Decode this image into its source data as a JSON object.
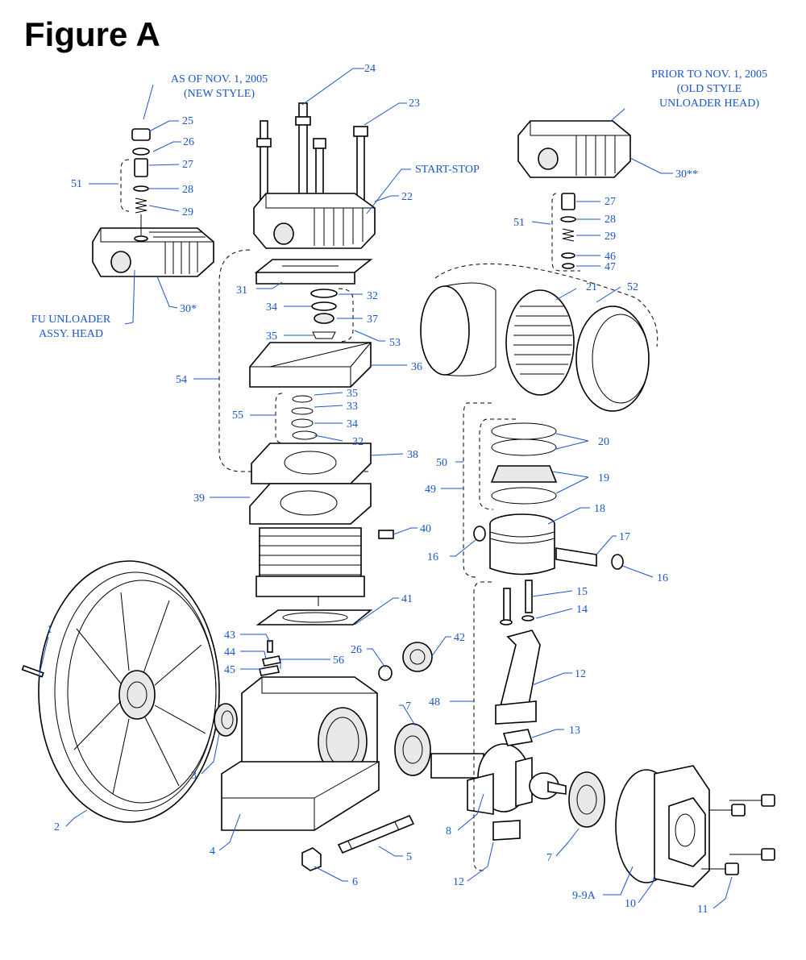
{
  "figure_title": "Figure A",
  "notes": {
    "new_style_1": "AS OF NOV. 1, 2005",
    "new_style_2": "(NEW STYLE)",
    "old_style_1": "PRIOR TO NOV. 1, 2005",
    "old_style_2": "(OLD STYLE",
    "old_style_3": "UNLOADER HEAD)",
    "fu_head_1": "FU UNLOADER",
    "fu_head_2": "ASSY. HEAD",
    "start_stop": "START-STOP"
  },
  "callouts": [
    {
      "id": "c24",
      "text": "24"
    },
    {
      "id": "c23",
      "text": "23"
    },
    {
      "id": "c22",
      "text": "22"
    },
    {
      "id": "c25",
      "text": "25"
    },
    {
      "id": "c26a",
      "text": "26"
    },
    {
      "id": "c27a",
      "text": "27"
    },
    {
      "id": "c51a",
      "text": "51"
    },
    {
      "id": "c28a",
      "text": "28"
    },
    {
      "id": "c29a",
      "text": "29"
    },
    {
      "id": "c30a",
      "text": "30*"
    },
    {
      "id": "c30b",
      "text": "30**"
    },
    {
      "id": "c27b",
      "text": "27"
    },
    {
      "id": "c51b",
      "text": "51"
    },
    {
      "id": "c28b",
      "text": "28"
    },
    {
      "id": "c29b",
      "text": "29"
    },
    {
      "id": "c46",
      "text": "46"
    },
    {
      "id": "c47",
      "text": "47"
    },
    {
      "id": "c31",
      "text": "31"
    },
    {
      "id": "c32a",
      "text": "32"
    },
    {
      "id": "c34a",
      "text": "34"
    },
    {
      "id": "c37",
      "text": "37"
    },
    {
      "id": "c35a",
      "text": "35"
    },
    {
      "id": "c53",
      "text": "53"
    },
    {
      "id": "c21",
      "text": "21"
    },
    {
      "id": "c52",
      "text": "52"
    },
    {
      "id": "c54",
      "text": "54"
    },
    {
      "id": "c36",
      "text": "36"
    },
    {
      "id": "c35b",
      "text": "35"
    },
    {
      "id": "c33",
      "text": "33"
    },
    {
      "id": "c55",
      "text": "55"
    },
    {
      "id": "c34b",
      "text": "34"
    },
    {
      "id": "c32b",
      "text": "32"
    },
    {
      "id": "c38",
      "text": "38"
    },
    {
      "id": "c20",
      "text": "20"
    },
    {
      "id": "c50",
      "text": "50"
    },
    {
      "id": "c19",
      "text": "19"
    },
    {
      "id": "c49",
      "text": "49"
    },
    {
      "id": "c39",
      "text": "39"
    },
    {
      "id": "c18",
      "text": "18"
    },
    {
      "id": "c40",
      "text": "40"
    },
    {
      "id": "c17",
      "text": "17"
    },
    {
      "id": "c16a",
      "text": "16"
    },
    {
      "id": "c16b",
      "text": "16"
    },
    {
      "id": "c15",
      "text": "15"
    },
    {
      "id": "c14",
      "text": "14"
    },
    {
      "id": "c41",
      "text": "41"
    },
    {
      "id": "c1",
      "text": "1"
    },
    {
      "id": "c42",
      "text": "42"
    },
    {
      "id": "c26b",
      "text": "26"
    },
    {
      "id": "c43",
      "text": "43"
    },
    {
      "id": "c44",
      "text": "44"
    },
    {
      "id": "c56",
      "text": "56"
    },
    {
      "id": "c45",
      "text": "45"
    },
    {
      "id": "c12a",
      "text": "12"
    },
    {
      "id": "c48",
      "text": "48"
    },
    {
      "id": "c7a",
      "text": "7"
    },
    {
      "id": "c13",
      "text": "13"
    },
    {
      "id": "c3",
      "text": "3"
    },
    {
      "id": "c2",
      "text": "2"
    },
    {
      "id": "c4",
      "text": "4"
    },
    {
      "id": "c5",
      "text": "5"
    },
    {
      "id": "c8",
      "text": "8"
    },
    {
      "id": "c7b",
      "text": "7"
    },
    {
      "id": "c6",
      "text": "6"
    },
    {
      "id": "c12b",
      "text": "12"
    },
    {
      "id": "c99a",
      "text": "9-9A"
    },
    {
      "id": "c10",
      "text": "10"
    },
    {
      "id": "c11",
      "text": "11"
    }
  ]
}
